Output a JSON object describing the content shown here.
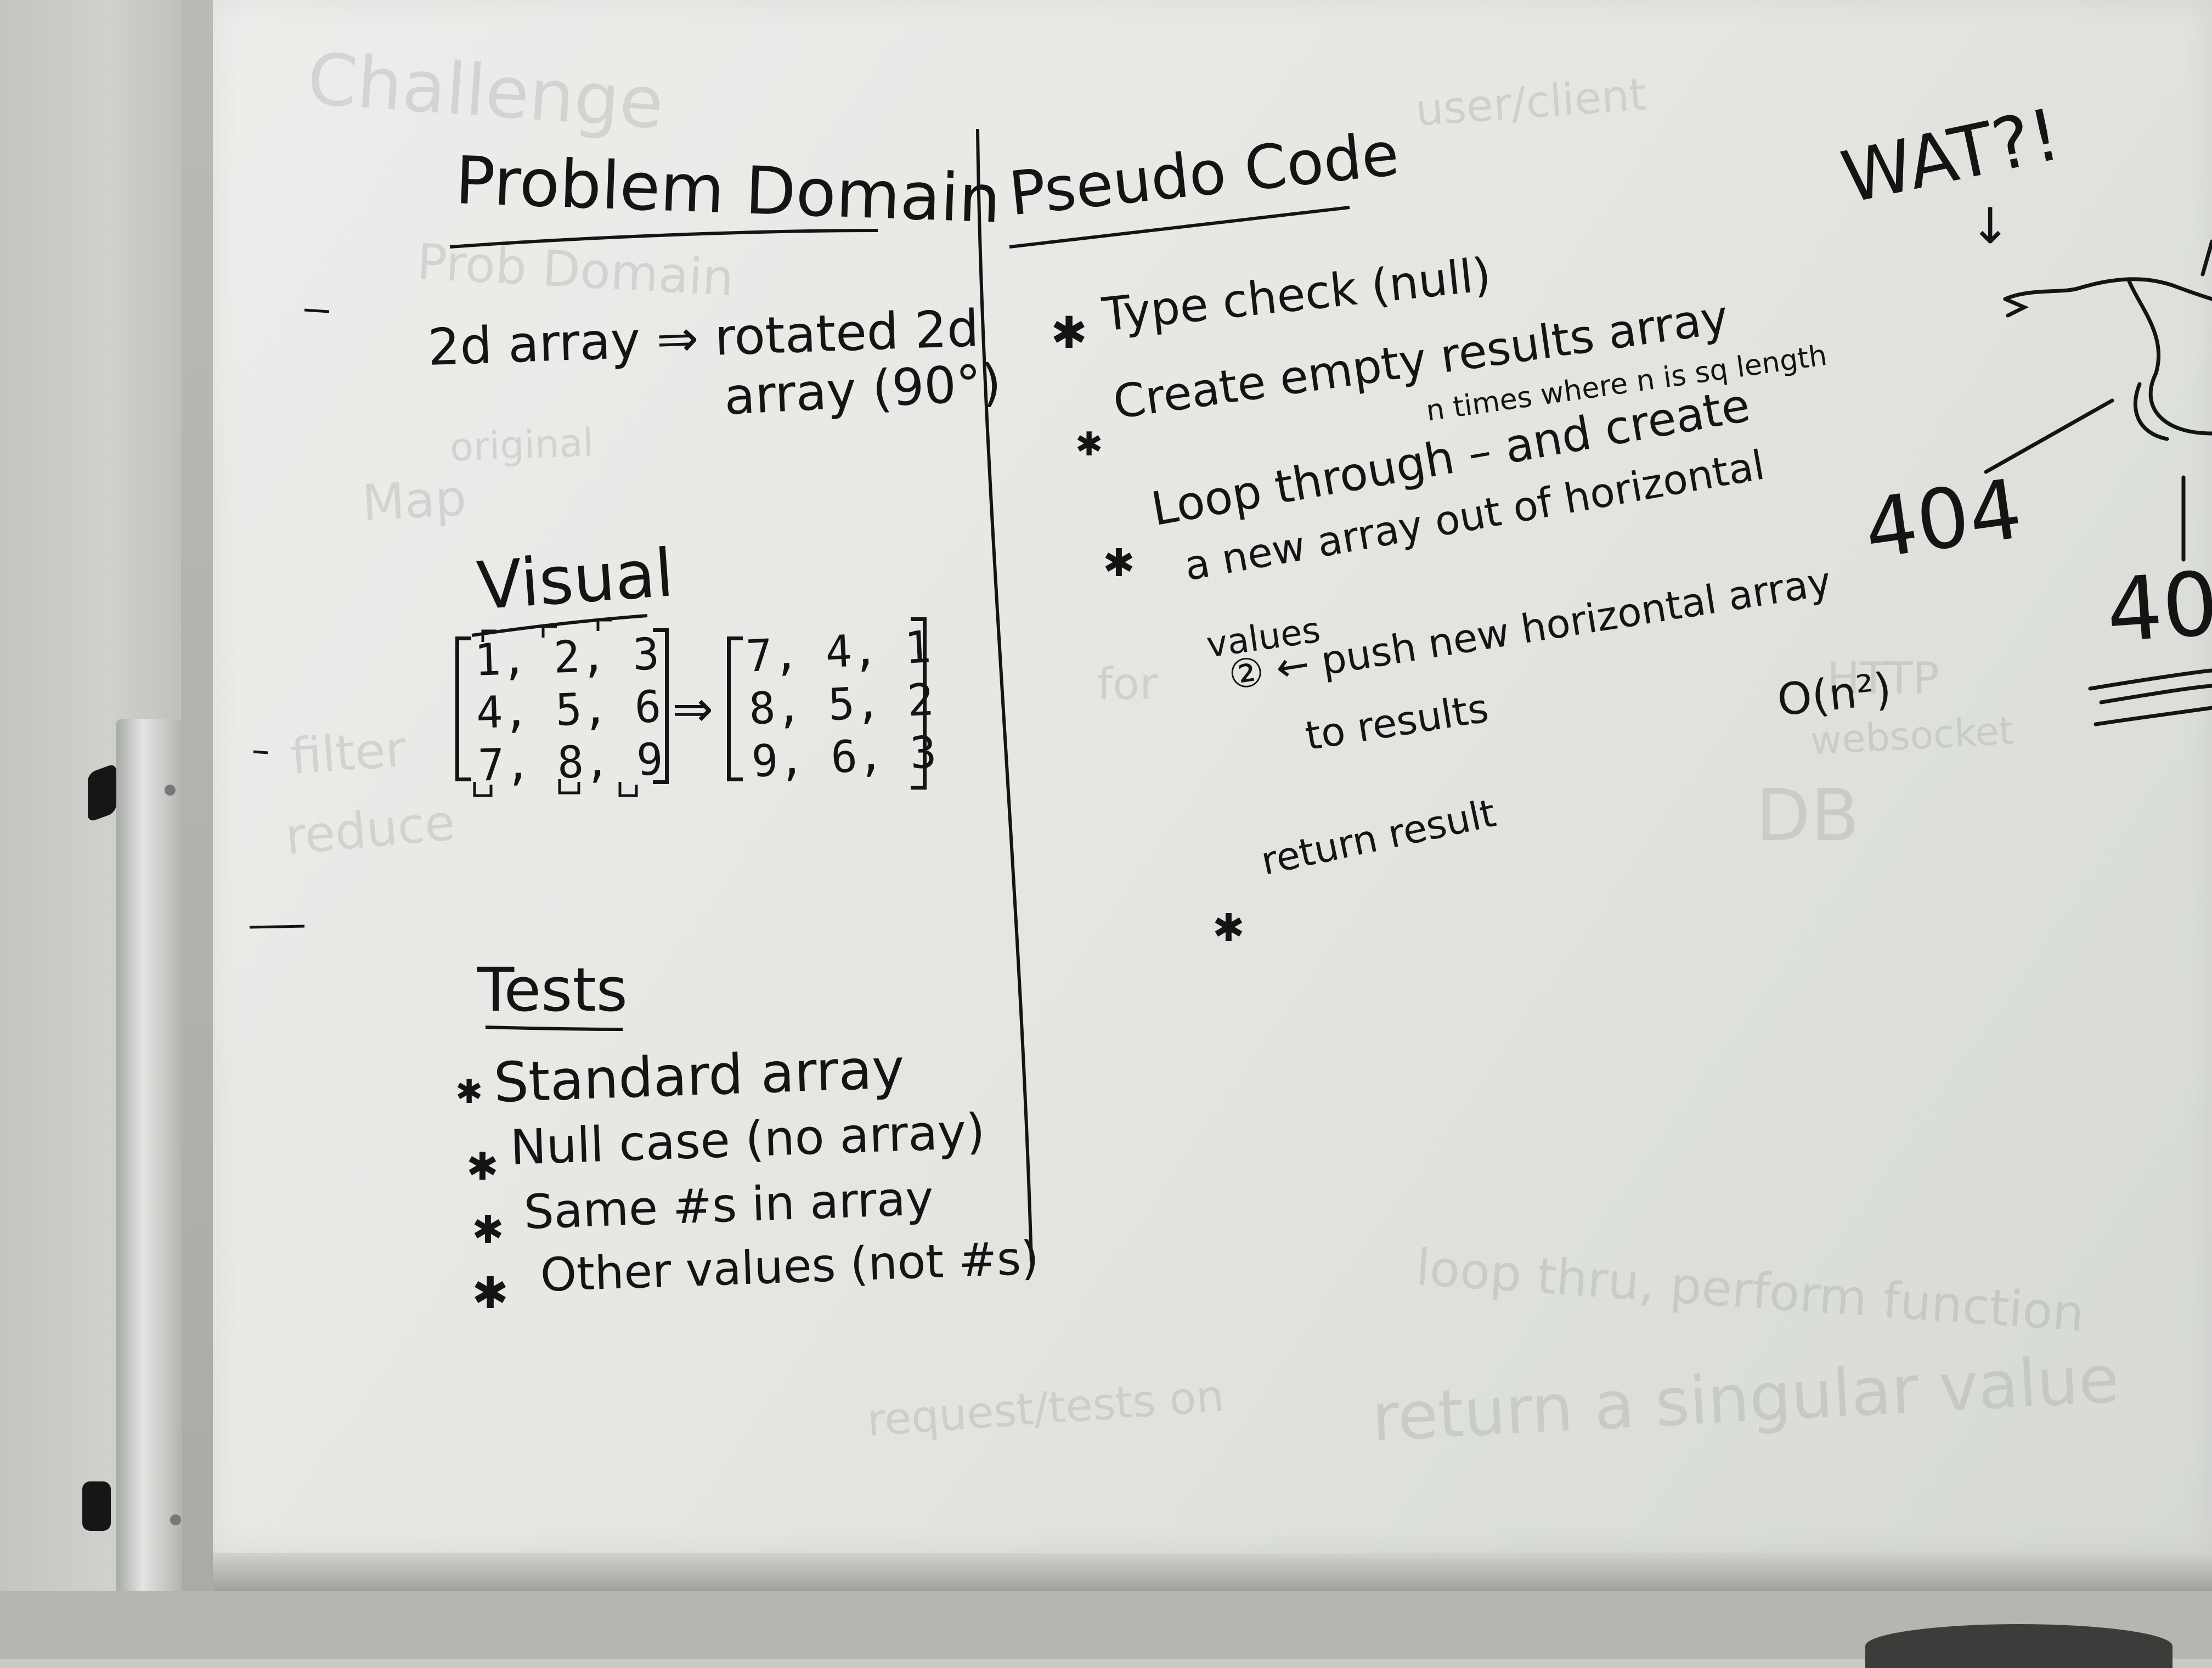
{
  "problem_domain": {
    "title": "Problem Domain",
    "line1": "2d array ⇒  rotated 2d",
    "line2": "array (90°)"
  },
  "visual": {
    "title": "Visual",
    "input_rows": [
      "1, 2, 3",
      "4, 5, 6",
      "7, 8, 9"
    ],
    "arrow": "⇒",
    "output_rows": [
      "7, 4, 1",
      "8, 5, 2",
      "9, 6, 3"
    ]
  },
  "tests": {
    "title": "Tests",
    "items": [
      "Standard array",
      "Null case (no array)",
      "Same #s in array",
      "Other values (not #s)"
    ],
    "bullet": "✱"
  },
  "pseudo_code": {
    "title": "Pseudo Code",
    "step1": "Type check (null)",
    "step2": "Create empty results array",
    "step3_note": "n times where n is sq length",
    "step3_line1": "Loop through  – and create",
    "step3_line2": "a new array out of horizontal",
    "step3_line3": "values",
    "step3_sub1": "② ← push new horizontal array",
    "step3_sub2": "to results",
    "complexity": "O(n²)",
    "step4": "return result"
  },
  "doodle": {
    "caption": "WAT?!",
    "arrow": "↓",
    "code1": "404",
    "code2": "40"
  },
  "ghost_text": [
    "Challenge",
    "Prob Domain",
    "original",
    "Map",
    "for",
    "filter",
    "reduce",
    "return a singular value",
    "request/tests on",
    "DB",
    "HTTP",
    "websocket",
    "user/client",
    "loop thru, perform function"
  ]
}
